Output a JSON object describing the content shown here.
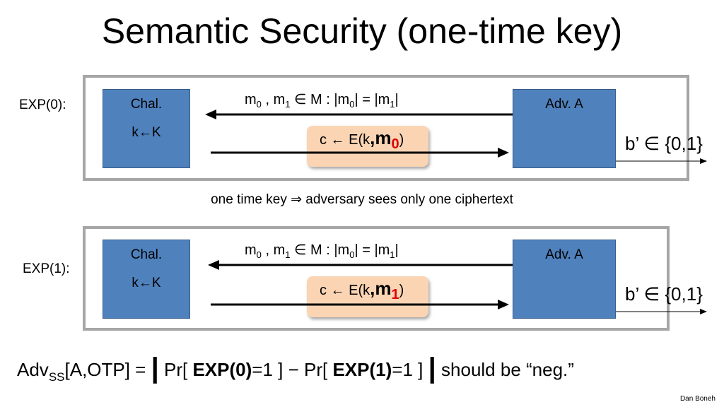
{
  "title": "Semantic Security (one-time key)",
  "exp0": {
    "label": "EXP(0):",
    "chal_line1": "Chal.",
    "chal_line2": "k←K",
    "adv_label": "Adv. A",
    "msg_pre": "m",
    "msg_sub0": "0",
    "msg_mid": " , m",
    "msg_sub1": "1",
    "msg_rest": " ∈ M :   |m",
    "msg_sub2": "0",
    "msg_rest2": "| = |m",
    "msg_sub3": "1",
    "msg_end": "|",
    "ct_pre": "c ← E(k",
    "ct_m": ",m",
    "ct_sub": "0",
    "ct_end": ")",
    "output": "b’ ∈ {0,1}"
  },
  "middle_note": "one time key  ⇒   adversary sees only one ciphertext",
  "exp1": {
    "label": "EXP(1):",
    "chal_line1": "Chal.",
    "chal_line2": "k←K",
    "adv_label": "Adv. A",
    "msg_pre": "m",
    "msg_sub0": "0",
    "msg_mid": " , m",
    "msg_sub1": "1",
    "msg_rest": " ∈ M :   |m",
    "msg_sub2": "0",
    "msg_rest2": "| = |m",
    "msg_sub3": "1",
    "msg_end": "|",
    "ct_pre": "c ← E(k",
    "ct_m": ",m",
    "ct_sub": "1",
    "ct_end": ")",
    "output": "b’ ∈ {0,1}"
  },
  "formula": {
    "adv": "Adv",
    "adv_sub": "SS",
    "adv_rest": "[A,OTP] = ",
    "bar_left": "|",
    "pr1": " Pr[ ",
    "exp0": "EXP(0)",
    "eq1": "=1 ] −  Pr[ ",
    "exp1": "EXP(1)",
    "eq2": "=1 ] ",
    "bar_right": "|",
    "tail": "   should be “neg.”"
  },
  "credit": "Dan Boneh",
  "colors": {
    "box": "#4f81bd",
    "frame": "#a6a6a6",
    "ciphertext_bg": "#fbd4b4",
    "subscript_red": "#e00000"
  }
}
